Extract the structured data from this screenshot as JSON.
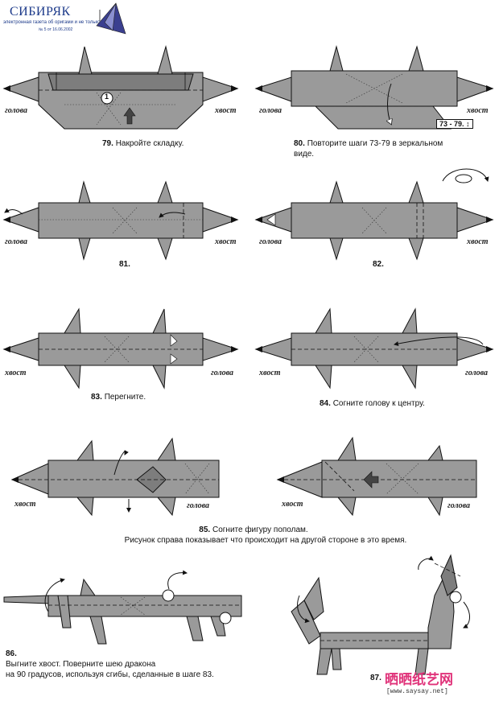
{
  "header": {
    "title": "СИБИРЯК",
    "subtitle": "электронная газета об оригами и не только",
    "issue": "№ 5 от 16.06.2002"
  },
  "labels": {
    "head": "голова",
    "tail": "хвост"
  },
  "steps": {
    "s79": {
      "num": "79.",
      "text": "Накройте складку."
    },
    "s80": {
      "num": "80.",
      "text": "Повторите шаги 73-79 в зеркальном виде.",
      "ref": "73 - 79."
    },
    "s81": {
      "num": "81."
    },
    "s82": {
      "num": "82."
    },
    "s83": {
      "num": "83.",
      "text": "Перегните."
    },
    "s84": {
      "num": "84.",
      "text": "Согните голову к центру."
    },
    "s85": {
      "num": "85.",
      "text": "Согните фигуру пополам.",
      "text2": "Рисунок справа показывает что происходит на другой стороне в это время."
    },
    "s86": {
      "num": "86.",
      "line1": "Выгните хвост. Поверните шею дракона",
      "line2": "на 90 градусов, используя сгибы, сделанные в шаге 83."
    },
    "s87": {
      "num": "87."
    }
  },
  "markers": {
    "circle_1": "1"
  },
  "watermark": {
    "brand": "晒晒纸艺网",
    "url": "[www.saysay.net]"
  },
  "colors": {
    "paper": "#9a9a9a",
    "paper_dark": "#7d7d7d",
    "outline": "#111111",
    "brand": "#1c3a8a",
    "watermark": "#e0337a"
  }
}
